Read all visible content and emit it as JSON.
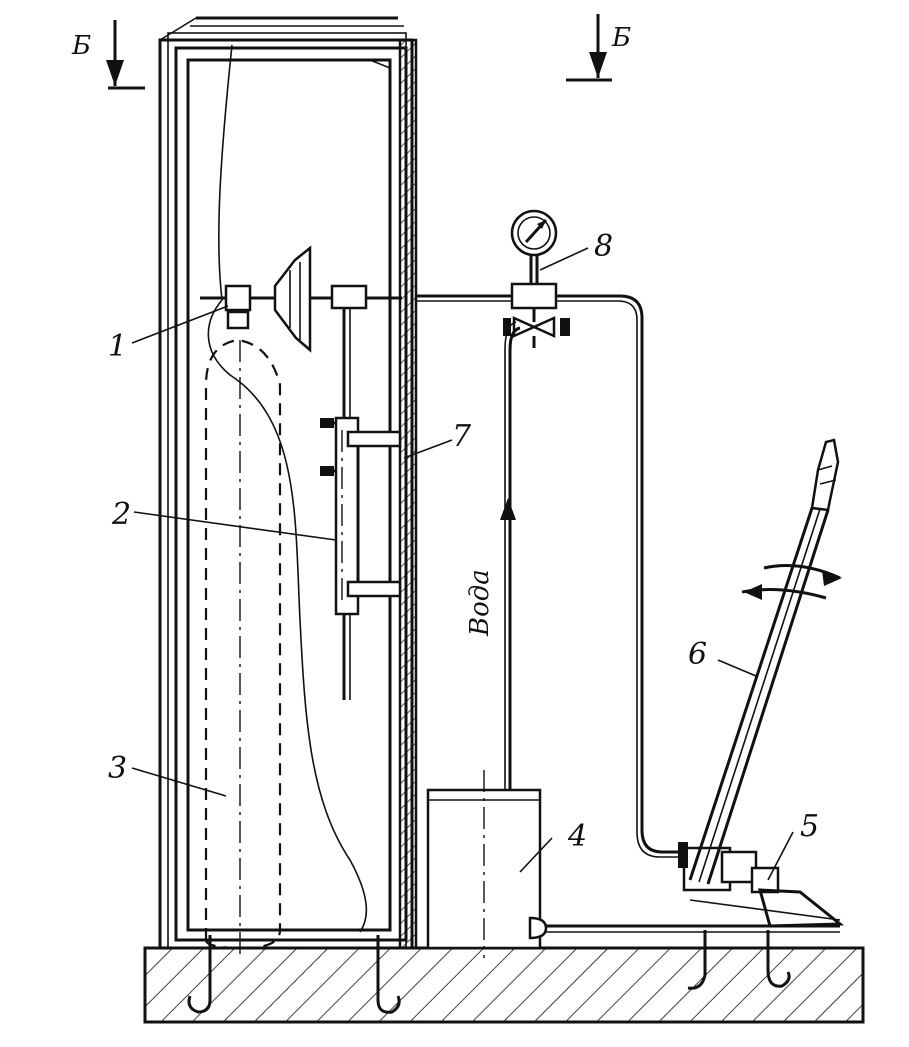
{
  "section_marks": {
    "left": "Б",
    "right": "Б"
  },
  "flow_label": "Вода",
  "callouts": [
    {
      "id": "callout-1",
      "text": "1"
    },
    {
      "id": "callout-2",
      "text": "2"
    },
    {
      "id": "callout-3",
      "text": "3"
    },
    {
      "id": "callout-4",
      "text": "4"
    },
    {
      "id": "callout-5",
      "text": "5"
    },
    {
      "id": "callout-6",
      "text": "6"
    },
    {
      "id": "callout-7",
      "text": "7"
    },
    {
      "id": "callout-8",
      "text": "8"
    }
  ]
}
